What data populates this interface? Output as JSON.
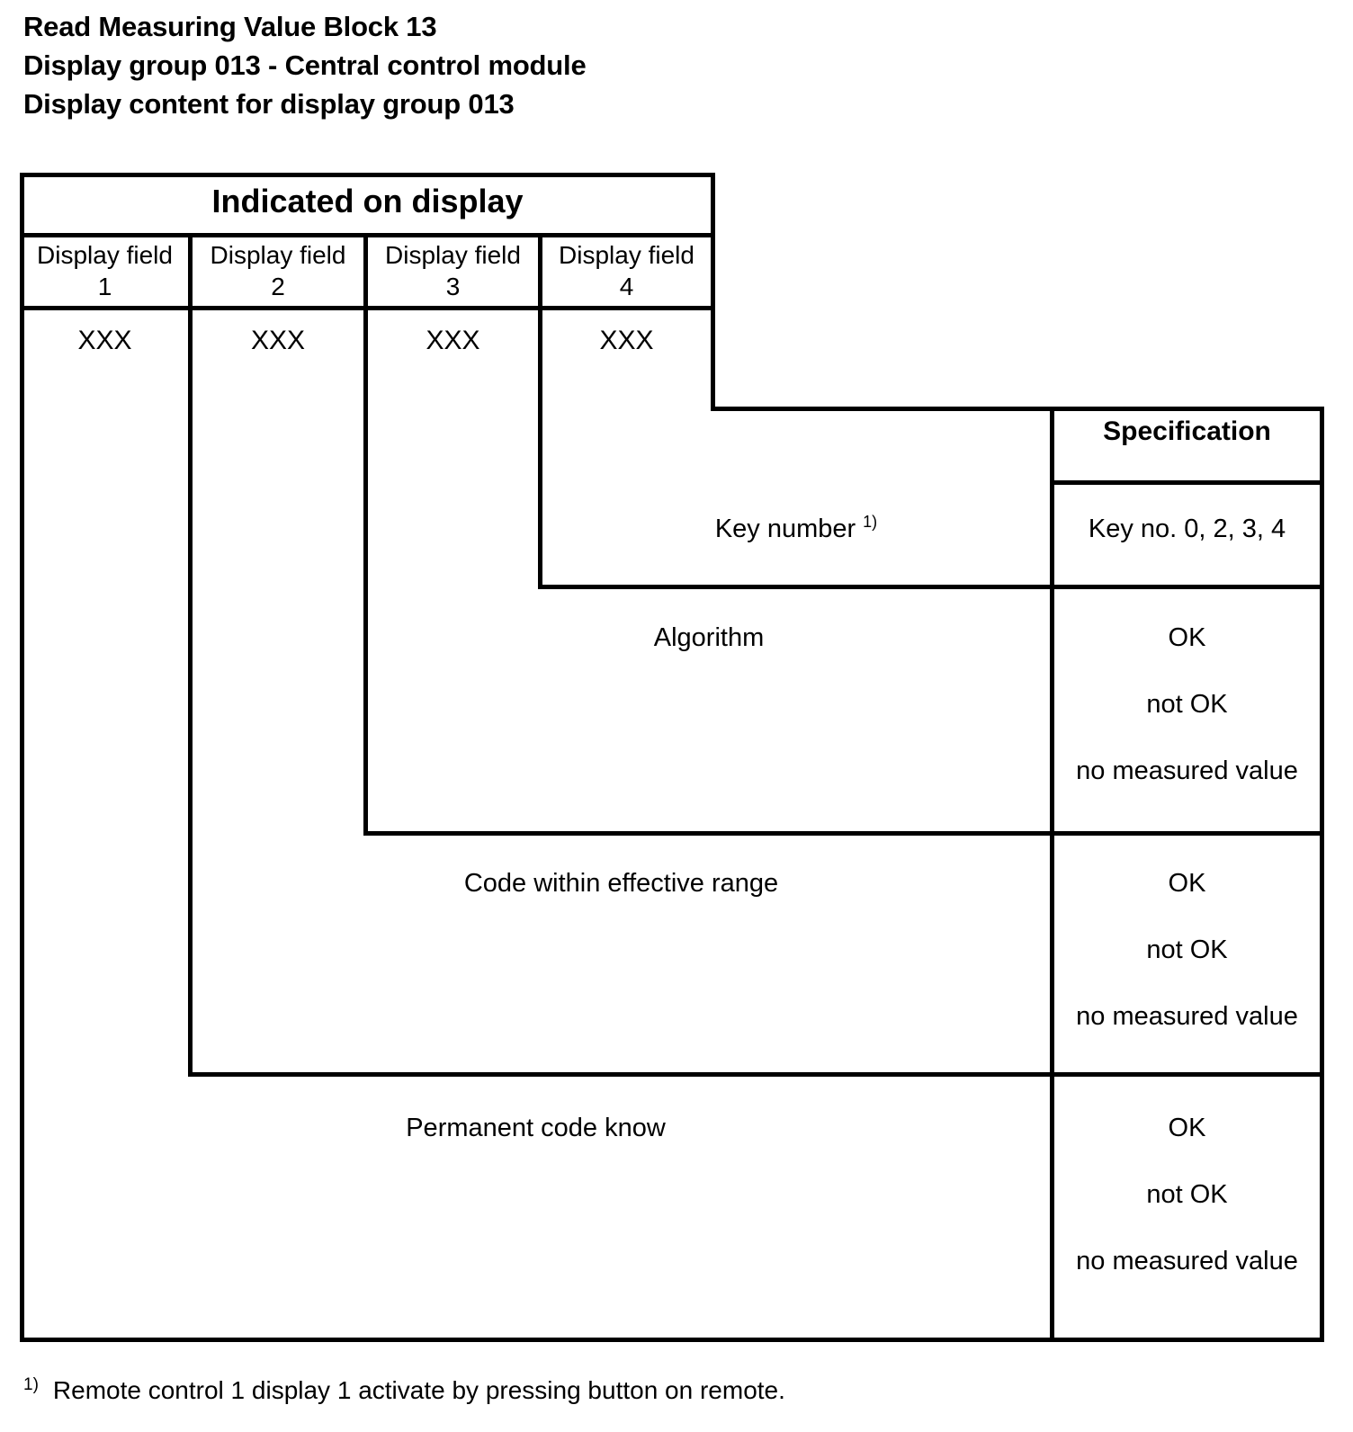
{
  "document": {
    "headings": [
      "Read Measuring Value Block 13",
      "Display group 013 - Central control module",
      "Display content for display group 013"
    ]
  },
  "table": {
    "banner_title": "Indicated on display",
    "spec_header": "Specification",
    "display_fields": [
      {
        "label": "Display field",
        "number": "1",
        "value": "XXX"
      },
      {
        "label": "Display field",
        "number": "2",
        "value": "XXX"
      },
      {
        "label": "Display field",
        "number": "3",
        "value": "XXX"
      },
      {
        "label": "Display field",
        "number": "4",
        "value": "XXX"
      }
    ],
    "rows": [
      {
        "label": "Key number",
        "footnote_marker": "1)",
        "specification": [
          "Key no. 0, 2, 3, 4"
        ]
      },
      {
        "label": "Algorithm",
        "footnote_marker": "",
        "specification": [
          "OK",
          "not OK",
          "no measured value"
        ]
      },
      {
        "label": "Code within effective range",
        "footnote_marker": "",
        "specification": [
          "OK",
          "not OK",
          "no measured value"
        ]
      },
      {
        "label": "Permanent code know",
        "footnote_marker": "",
        "specification": [
          "OK",
          "not OK",
          "no measured value"
        ]
      }
    ]
  },
  "footnote": {
    "marker": "1)",
    "text": "Remote control 1 display 1 activate by pressing button on remote."
  },
  "colors": {
    "ink": "#000000",
    "paper": "#ffffff"
  }
}
